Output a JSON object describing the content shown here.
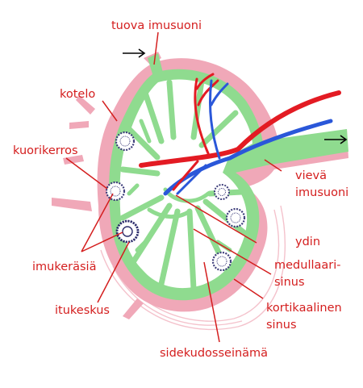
{
  "colors": {
    "capsule": "#f0a8b8",
    "tissue": "#8fdb8f",
    "label": "#d41e1e",
    "artery": "#e31b23",
    "vein": "#2a57d9",
    "follicle": "#3c3c7a",
    "arrow": "#000000"
  },
  "labels": {
    "afferent": "tuova imusuoni",
    "capsule": "kotelo",
    "cortex": "kuorikerros",
    "efferent_1": "vievä",
    "efferent_2": "imusuoni",
    "medulla": "ydin",
    "medullary_1": "medullaari-",
    "medullary_2": "sinus",
    "follicles": "imukeräsiä",
    "cortical_1": "kortikaalinen",
    "cortical_2": "sinus",
    "germinal": "itukeskus",
    "trabecula": "sidekudosseinämä"
  },
  "icons": [
    "arrow-right-icon",
    "arrow-right-icon"
  ]
}
